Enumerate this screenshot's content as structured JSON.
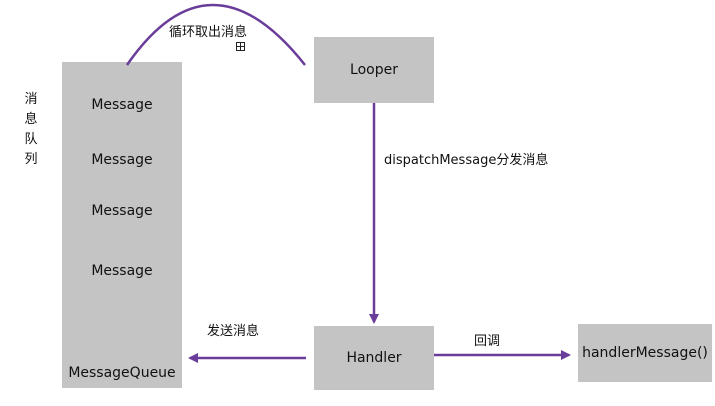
{
  "colors": {
    "box_fill": "#c4c4c4",
    "arrow": "#6a3d9a",
    "text": "#111111"
  },
  "diagram": {
    "side_label": "消息队列",
    "message_queue": {
      "items": [
        "Message",
        "Message",
        "Message",
        "Message"
      ],
      "label": "MessageQueue"
    },
    "looper": {
      "label": "Looper"
    },
    "handler": {
      "label": "Handler"
    },
    "handler_message": {
      "label": "handlerMessage()"
    },
    "edges": {
      "loop": {
        "label": "循环取出消息",
        "icon": "expand-plus-icon"
      },
      "dispatch": {
        "label": "dispatchMessage分发消息"
      },
      "send": {
        "label": "发送消息"
      },
      "callback": {
        "label": "回调"
      }
    }
  }
}
